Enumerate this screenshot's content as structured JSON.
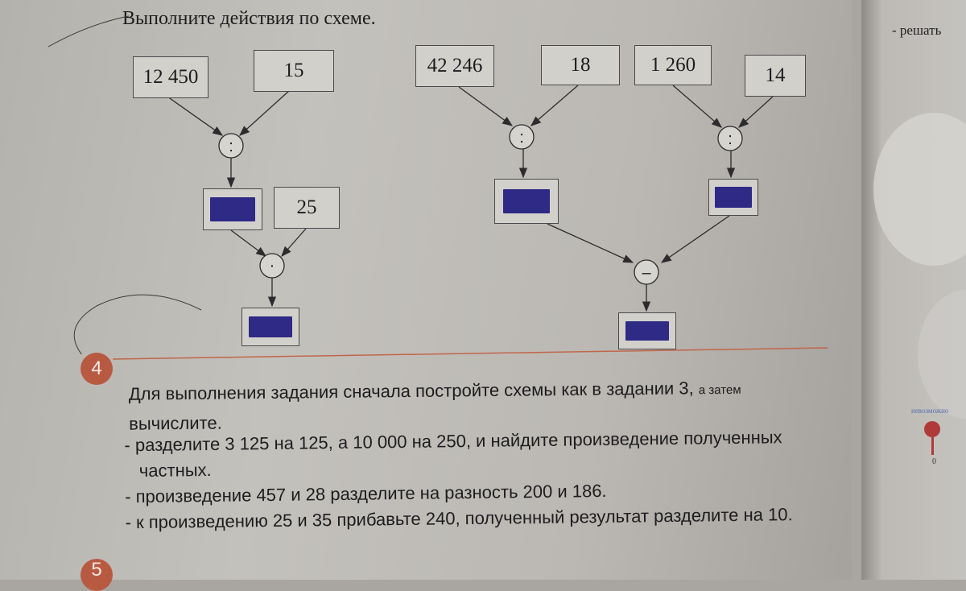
{
  "task3": {
    "title": "Выполните действия по схеме.",
    "scheme1": {
      "input_a": "12 450",
      "input_b": "15",
      "op1": ":",
      "input_c": "25",
      "op2": "·"
    },
    "scheme2": {
      "input_a": "42 246",
      "input_b": "18",
      "input_c": "1 260",
      "input_d": "14",
      "op1": ":",
      "op2": ":",
      "op3": "–"
    }
  },
  "task4": {
    "number": "4",
    "intro": "Для выполнения задания сначала постройте схемы как в задании 3,",
    "intro_tail": "а затем",
    "intro_line2": "вычислите.",
    "items": [
      "- разделите 3 125 на 125, а 10 000 на 250, и найдите произведение полученных частных.",
      "- произведение 457 и 28 разделите на разность 200 и 186.",
      "- к произведению 25 и 35 прибавьте 240, полученный результат разделите на 10."
    ]
  },
  "next_task_number": "5",
  "right_page": {
    "top_text": "- решать",
    "label": "невозможно",
    "zero": "0"
  },
  "colors": {
    "accent_badge": "#b85a42",
    "answer_fill": "#2e2a86",
    "rule_line": "#c0664b"
  }
}
